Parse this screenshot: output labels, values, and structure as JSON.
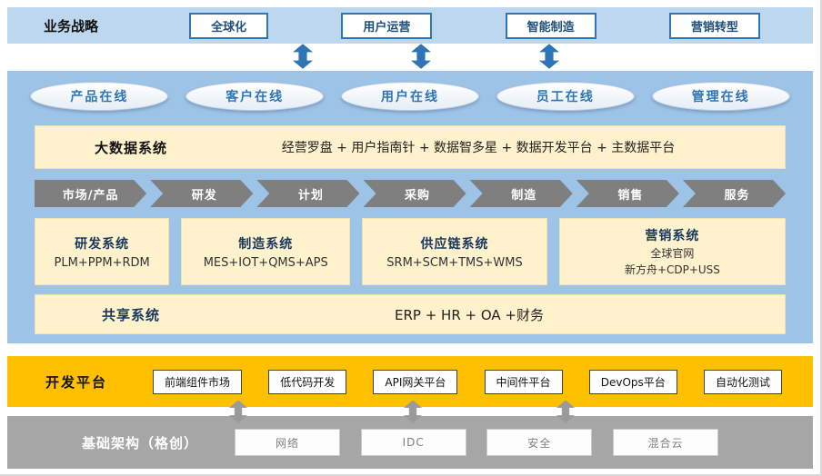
{
  "strategy": {
    "label": "业务战略",
    "items": [
      {
        "label": "全球化"
      },
      {
        "label": "用户运营"
      },
      {
        "label": "智能制造"
      },
      {
        "label": "营销转型"
      }
    ]
  },
  "online": {
    "items": [
      {
        "label": "产品在线"
      },
      {
        "label": "客户在线"
      },
      {
        "label": "用户在线"
      },
      {
        "label": "员工在线"
      },
      {
        "label": "管理在线"
      }
    ]
  },
  "bigdata": {
    "title": "大数据系统",
    "content": "经营罗盘 + 用户指南针 + 数据智多星 + 数据开发平台 + 主数据平台"
  },
  "value_chain": {
    "steps": [
      {
        "label": "市场/产品"
      },
      {
        "label": "研发"
      },
      {
        "label": "计划"
      },
      {
        "label": "采购"
      },
      {
        "label": "制造"
      },
      {
        "label": "销售"
      },
      {
        "label": "服务"
      }
    ]
  },
  "systems": [
    {
      "title": "研发系统",
      "line1": "PLM+PPM+RDM"
    },
    {
      "title": "制造系统",
      "line1": "MES+IOT+QMS+APS"
    },
    {
      "title": "供应链系统",
      "line1": "SRM+SCM+TMS+WMS"
    },
    {
      "title": "营销系统",
      "line1": "全球官网",
      "line2": "新方舟+CDP+USS"
    }
  ],
  "shared": {
    "title": "共享系统",
    "content": "ERP + HR + OA +财务"
  },
  "dev_platform": {
    "title": "开发平台",
    "items": [
      {
        "label": "前端组件市场"
      },
      {
        "label": "低代码开发"
      },
      {
        "label": "API网关平台"
      },
      {
        "label": "中间件平台"
      },
      {
        "label": "DevOps平台"
      },
      {
        "label": "自动化测试"
      }
    ]
  },
  "infrastructure": {
    "title": "基础架构（格创）",
    "items": [
      {
        "label": "网络"
      },
      {
        "label": "IDC"
      },
      {
        "label": "安全"
      },
      {
        "label": "混合云"
      }
    ]
  },
  "colors": {
    "strategy_band": "#BDD7EE",
    "main_band": "#9DC3E6",
    "accent_blue": "#2E75B6",
    "dark_blue_text": "#1F4E79",
    "cream_box": "#FFF2CC",
    "chain_gray": "#7F7F7F",
    "dev_orange": "#FFC000",
    "infra_gray": "#A6A6A6"
  }
}
